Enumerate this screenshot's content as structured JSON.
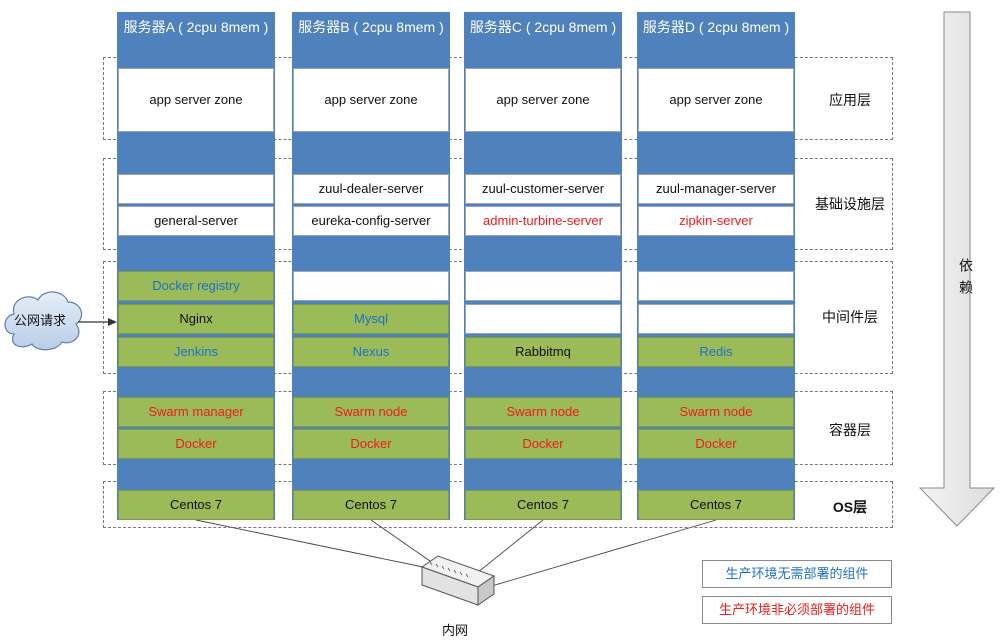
{
  "servers": [
    {
      "header": "服务器A ( 2cpu 8mem )",
      "app": "app server zone",
      "infra_top": "",
      "infra_bottom": "general-server",
      "infra_bottom_color": "black",
      "mw1": "Docker registry",
      "mw1_color": "blue",
      "mw1_style": "green",
      "mw2": "Nginx",
      "mw2_color": "black",
      "mw2_style": "green",
      "mw3": "Jenkins",
      "mw3_color": "blue",
      "mw3_style": "green",
      "container1": "Swarm manager",
      "container2": "Docker",
      "os": "Centos 7"
    },
    {
      "header": "服务器B ( 2cpu 8mem )",
      "app": "app server zone",
      "infra_top": "zuul-dealer-server",
      "infra_bottom": "eureka-config-server",
      "infra_bottom_color": "black",
      "mw1": "",
      "mw1_color": "black",
      "mw1_style": "white",
      "mw2": "Mysql",
      "mw2_color": "blue",
      "mw2_style": "green",
      "mw3": "Nexus",
      "mw3_color": "blue",
      "mw3_style": "green",
      "container1": "Swarm node",
      "container2": "Docker",
      "os": "Centos 7"
    },
    {
      "header": "服务器C ( 2cpu 8mem )",
      "app": "app server zone",
      "infra_top": "zuul-customer-server",
      "infra_bottom": "admin-turbine-server",
      "infra_bottom_color": "red",
      "mw1": "",
      "mw1_color": "black",
      "mw1_style": "white",
      "mw2": "",
      "mw2_color": "black",
      "mw2_style": "white",
      "mw3": "Rabbitmq",
      "mw3_color": "black",
      "mw3_style": "green",
      "container1": "Swarm node",
      "container2": "Docker",
      "os": "Centos 7"
    },
    {
      "header": "服务器D ( 2cpu 8mem )",
      "app": "app server zone",
      "infra_top": "zuul-manager-server",
      "infra_bottom": "zipkin-server",
      "infra_bottom_color": "red",
      "mw1": "",
      "mw1_color": "black",
      "mw1_style": "white",
      "mw2": "",
      "mw2_color": "black",
      "mw2_style": "white",
      "mw3": "Redis",
      "mw3_color": "blue",
      "mw3_style": "green",
      "container1": "Swarm node",
      "container2": "Docker",
      "os": "Centos 7"
    }
  ],
  "layers": {
    "app": "应用层",
    "infra": "基础设施层",
    "middleware": "中间件层",
    "container": "容器层",
    "os": "OS层"
  },
  "cloud_label": "公网请求",
  "dependency_label": "依赖",
  "switch_label": "内网",
  "legend": {
    "blue_text": "生产环境无需部署的组件",
    "red_text": "生产环境非必须部署的组件"
  },
  "colors": {
    "column_blue": "#4f81bd",
    "green_box": "#9bbb59",
    "text_blue": "#1f70c8",
    "text_red": "#ee1c1c"
  }
}
